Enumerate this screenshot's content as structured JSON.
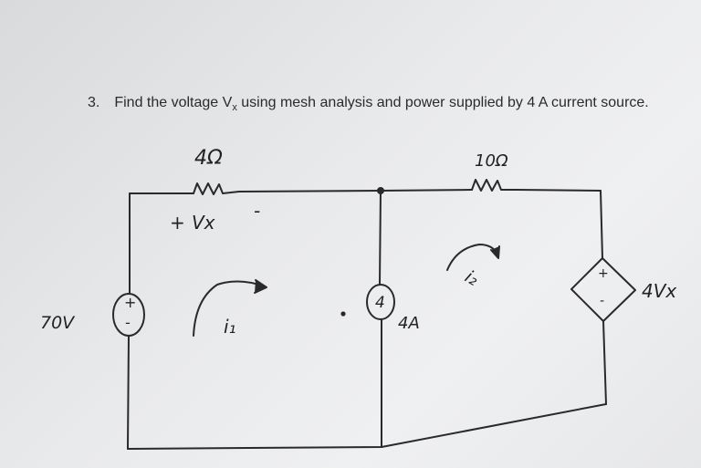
{
  "question": {
    "number": "3.",
    "text_before": "Find the voltage V",
    "subscript": "x",
    "text_after": " using mesh analysis and power supplied by 4 A current source."
  },
  "circuit": {
    "r1_label": "4Ω",
    "r2_label": "10Ω",
    "vx_plus": "+",
    "vx_label": "Vx",
    "vx_minus": "-",
    "source_voltage": "70V",
    "current_source_value": "4",
    "current_source_label": "4A",
    "dependent_source_label": "4Vx",
    "mesh1_label": "i₁",
    "mesh2_label": "i₂",
    "plus": "+",
    "minus": "-"
  }
}
